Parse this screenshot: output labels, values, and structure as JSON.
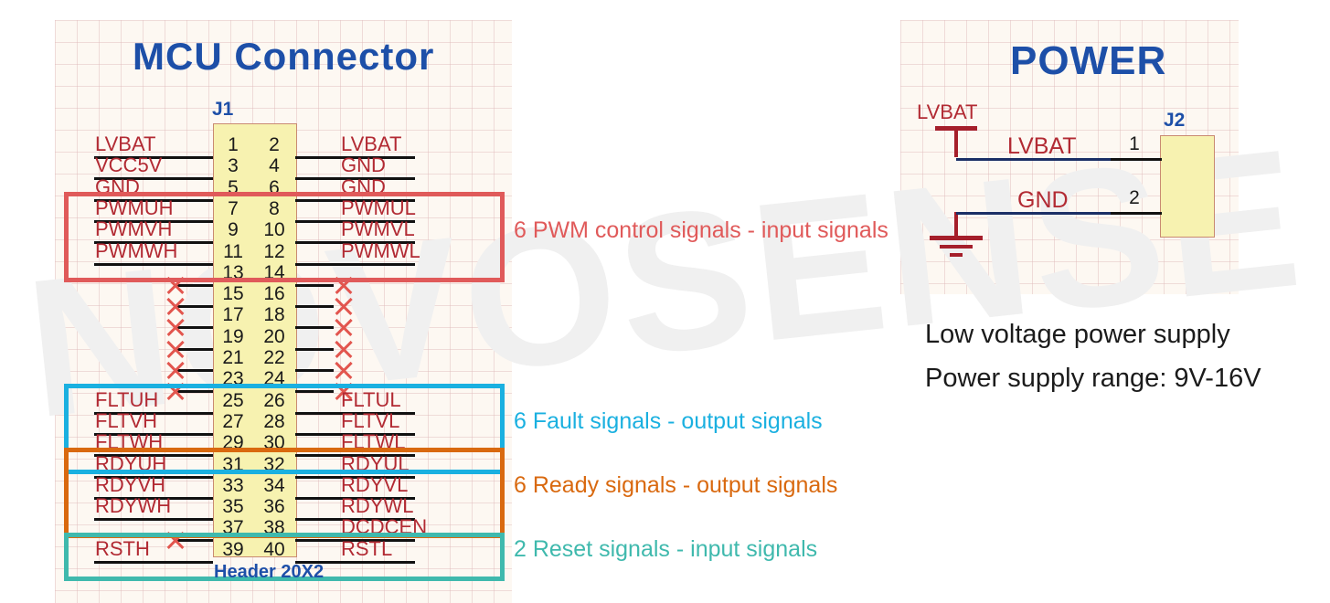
{
  "watermark": {
    "text": "NOVOSENSE"
  },
  "mcu_section": {
    "title": "MCU   Connector",
    "refdes": "J1",
    "footprint": "Header 20X2",
    "rows": [
      {
        "left_label": "LVBAT",
        "left_pin": "1",
        "right_pin": "2",
        "right_label": "LVBAT",
        "left_nc": false,
        "right_nc": false
      },
      {
        "left_label": "VCC5V",
        "left_pin": "3",
        "right_pin": "4",
        "right_label": "GND",
        "left_nc": false,
        "right_nc": false
      },
      {
        "left_label": "GND",
        "left_pin": "5",
        "right_pin": "6",
        "right_label": "GND",
        "left_nc": false,
        "right_nc": false
      },
      {
        "left_label": "PWMUH",
        "left_pin": "7",
        "right_pin": "8",
        "right_label": "PWMUL",
        "left_nc": false,
        "right_nc": false
      },
      {
        "left_label": "PWMVH",
        "left_pin": "9",
        "right_pin": "10",
        "right_label": "PWMVL",
        "left_nc": false,
        "right_nc": false
      },
      {
        "left_label": "PWMWH",
        "left_pin": "11",
        "right_pin": "12",
        "right_label": "PWMWL",
        "left_nc": false,
        "right_nc": false
      },
      {
        "left_label": "",
        "left_pin": "13",
        "right_pin": "14",
        "right_label": "",
        "left_nc": true,
        "right_nc": true
      },
      {
        "left_label": "",
        "left_pin": "15",
        "right_pin": "16",
        "right_label": "",
        "left_nc": true,
        "right_nc": true
      },
      {
        "left_label": "",
        "left_pin": "17",
        "right_pin": "18",
        "right_label": "",
        "left_nc": true,
        "right_nc": true
      },
      {
        "left_label": "",
        "left_pin": "19",
        "right_pin": "20",
        "right_label": "",
        "left_nc": true,
        "right_nc": true
      },
      {
        "left_label": "",
        "left_pin": "21",
        "right_pin": "22",
        "right_label": "",
        "left_nc": true,
        "right_nc": true
      },
      {
        "left_label": "",
        "left_pin": "23",
        "right_pin": "24",
        "right_label": "",
        "left_nc": true,
        "right_nc": true
      },
      {
        "left_label": "FLTUH",
        "left_pin": "25",
        "right_pin": "26",
        "right_label": "FLTUL",
        "left_nc": false,
        "right_nc": false
      },
      {
        "left_label": "FLTVH",
        "left_pin": "27",
        "right_pin": "28",
        "right_label": "FLTVL",
        "left_nc": false,
        "right_nc": false
      },
      {
        "left_label": "FLTWH",
        "left_pin": "29",
        "right_pin": "30",
        "right_label": "FLTWL",
        "left_nc": false,
        "right_nc": false
      },
      {
        "left_label": "RDYUH",
        "left_pin": "31",
        "right_pin": "32",
        "right_label": "RDYUL",
        "left_nc": false,
        "right_nc": false
      },
      {
        "left_label": "RDYVH",
        "left_pin": "33",
        "right_pin": "34",
        "right_label": "RDYVL",
        "left_nc": false,
        "right_nc": false
      },
      {
        "left_label": "RDYWH",
        "left_pin": "35",
        "right_pin": "36",
        "right_label": "RDYWL",
        "left_nc": false,
        "right_nc": false
      },
      {
        "left_label": "",
        "left_pin": "37",
        "right_pin": "38",
        "right_label": "DCDCEN",
        "left_nc": true,
        "right_nc": false
      },
      {
        "left_label": "RSTH",
        "left_pin": "39",
        "right_pin": "40",
        "right_label": "RSTL",
        "left_nc": false,
        "right_nc": false
      }
    ],
    "groups": [
      {
        "id": "pwm",
        "label": "6 PWM control signals - input signals",
        "color": "#e05a5a",
        "first_row": 3,
        "last_row": 5
      },
      {
        "id": "fault",
        "label": "6 Fault signals - output signals",
        "color": "#1ab0e0",
        "first_row": 12,
        "last_row": 14
      },
      {
        "id": "ready",
        "label": "6 Ready signals - output signals",
        "color": "#d9690f",
        "first_row": 15,
        "last_row": 17
      },
      {
        "id": "reset",
        "label": "2 Reset signals - input signals",
        "color": "#3fb9ad",
        "first_row": 19,
        "last_row": 19
      }
    ]
  },
  "power_section": {
    "title": "POWER",
    "refdes": "J2",
    "rails": [
      {
        "symbol_label": "LVBAT",
        "net_label": "LVBAT",
        "pin": "1",
        "type": "vcc"
      },
      {
        "symbol_label": "",
        "net_label": "GND",
        "pin": "2",
        "type": "gnd"
      }
    ],
    "notes": [
      "Low voltage power supply",
      "Power supply range: 9V-16V"
    ]
  },
  "colors": {
    "sheet_bg": "#fdf8f2",
    "grid_line": "#deb8b8",
    "net_red": "#b22a33",
    "title_blue": "#1d4fa8",
    "conn_fill": "#f7f2b0",
    "conn_border": "#c98a72",
    "wire_black": "#111111",
    "wire_blue": "#1b2f66",
    "power_symbol": "#a51f2b"
  }
}
